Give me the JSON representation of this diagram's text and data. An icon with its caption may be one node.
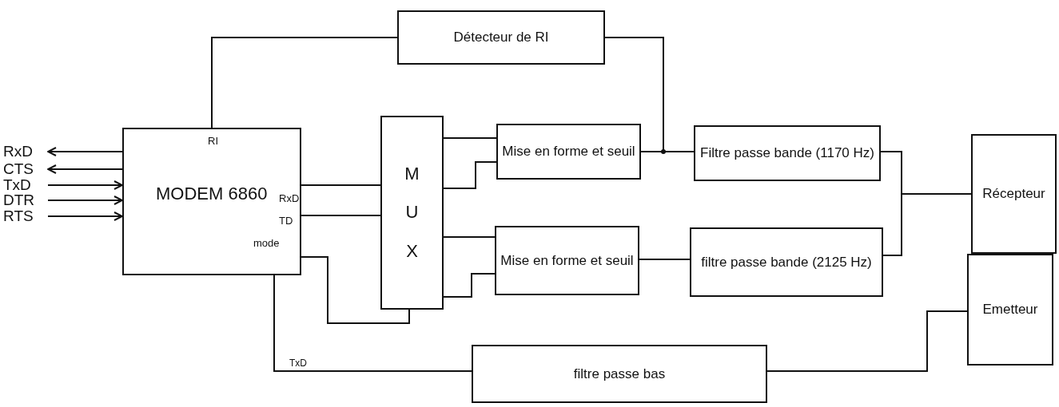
{
  "diagram": {
    "nodes": [
      {
        "text": [
          "Détecteur de RI"
        ]
      },
      {
        "text": [
          "RI",
          "MODEM 6860",
          "RxD",
          "TD",
          "mode"
        ]
      },
      {
        "text": [
          "MUX"
        ]
      },
      {
        "text": [
          "Mise en forme et seuil"
        ]
      },
      {
        "text": [
          "Mise en forme et seuil"
        ]
      },
      {
        "text": [
          "Filtre passe bande (1170 Hz)"
        ]
      },
      {
        "text": [
          "filtre passe bande (2125 Hz)"
        ]
      },
      {
        "text": [
          "Récepteur"
        ]
      },
      {
        "text": [
          "Emetteur"
        ]
      },
      {
        "text": [
          "filtre passe bas"
        ]
      },
      {
        "text": [
          "RxD"
        ]
      },
      {
        "text": [
          "CTS"
        ]
      },
      {
        "text": [
          "TxD"
        ]
      },
      {
        "text": [
          "DTR"
        ]
      },
      {
        "text": [
          "RTS"
        ]
      }
    ],
    "edges": [
      {
        "from": 1,
        "to": 10,
        "arrow": "to"
      },
      {
        "from": 1,
        "to": 11,
        "arrow": "to"
      },
      {
        "from": 12,
        "to": 1,
        "arrow": "to"
      },
      {
        "from": 13,
        "to": 1,
        "arrow": "to"
      },
      {
        "from": 14,
        "to": 1,
        "arrow": "to"
      },
      {
        "from": 1,
        "to": 0,
        "arrow": "none"
      },
      {
        "from": 0,
        "to": 5,
        "arrow": "none"
      },
      {
        "from": 3,
        "to": 5,
        "arrow": "none"
      },
      {
        "from": 1,
        "to": 2,
        "arrow": "none"
      },
      {
        "from": 1,
        "to": 2,
        "arrow": "none"
      },
      {
        "from": 1,
        "to": 2,
        "arrow": "none"
      },
      {
        "from": 2,
        "to": 3,
        "arrow": "none"
      },
      {
        "from": 2,
        "to": 3,
        "arrow": "none"
      },
      {
        "from": 2,
        "to": 4,
        "arrow": "none"
      },
      {
        "from": 2,
        "to": 4,
        "arrow": "none"
      },
      {
        "from": 4,
        "to": 6,
        "arrow": "none"
      },
      {
        "from": 5,
        "to": 7,
        "arrow": "none"
      },
      {
        "from": 6,
        "to": 7,
        "arrow": "none"
      },
      {
        "from": 1,
        "to": 9,
        "arrow": "none",
        "label": "TxD"
      },
      {
        "from": 9,
        "to": 8,
        "arrow": "none"
      }
    ]
  }
}
